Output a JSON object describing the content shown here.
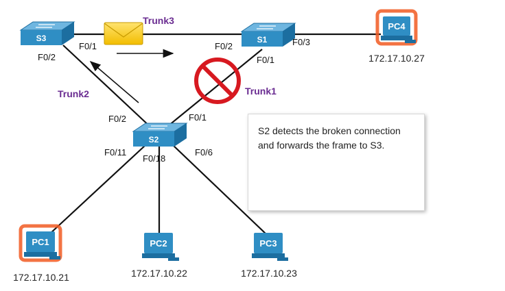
{
  "switches": {
    "s1": {
      "label": "S1",
      "ports": {
        "f0_2": "F0/2",
        "f0_3": "F0/3",
        "f0_1": "F0/1"
      }
    },
    "s2": {
      "label": "S2",
      "ports": {
        "f0_2": "F0/2",
        "f0_1": "F0/1",
        "f0_11": "F0/11",
        "f0_18": "F0/18",
        "f0_6": "F0/6"
      }
    },
    "s3": {
      "label": "S3",
      "ports": {
        "f0_1": "F0/1",
        "f0_2": "F0/2"
      }
    }
  },
  "trunks": {
    "trunk1": "Trunk1",
    "trunk2": "Trunk2",
    "trunk3": "Trunk3"
  },
  "pcs": {
    "pc1": {
      "label": "PC1",
      "ip": "172.17.10.21",
      "highlighted": true
    },
    "pc2": {
      "label": "PC2",
      "ip": "172.17.10.22",
      "highlighted": false
    },
    "pc3": {
      "label": "PC3",
      "ip": "172.17.10.23",
      "highlighted": false
    },
    "pc4": {
      "label": "PC4",
      "ip": "172.17.10.27",
      "highlighted": true
    }
  },
  "note": {
    "text": "S2 detects the broken connection and forwards the frame to S3."
  },
  "colors": {
    "device": "#2f8ec4",
    "trunk_label": "#6a2c91",
    "highlight": "#f15a22",
    "broken": "#d71920",
    "envelope": "#f5c400"
  },
  "icons": {
    "broken_link": "prohibited-icon",
    "frame": "envelope-icon"
  }
}
